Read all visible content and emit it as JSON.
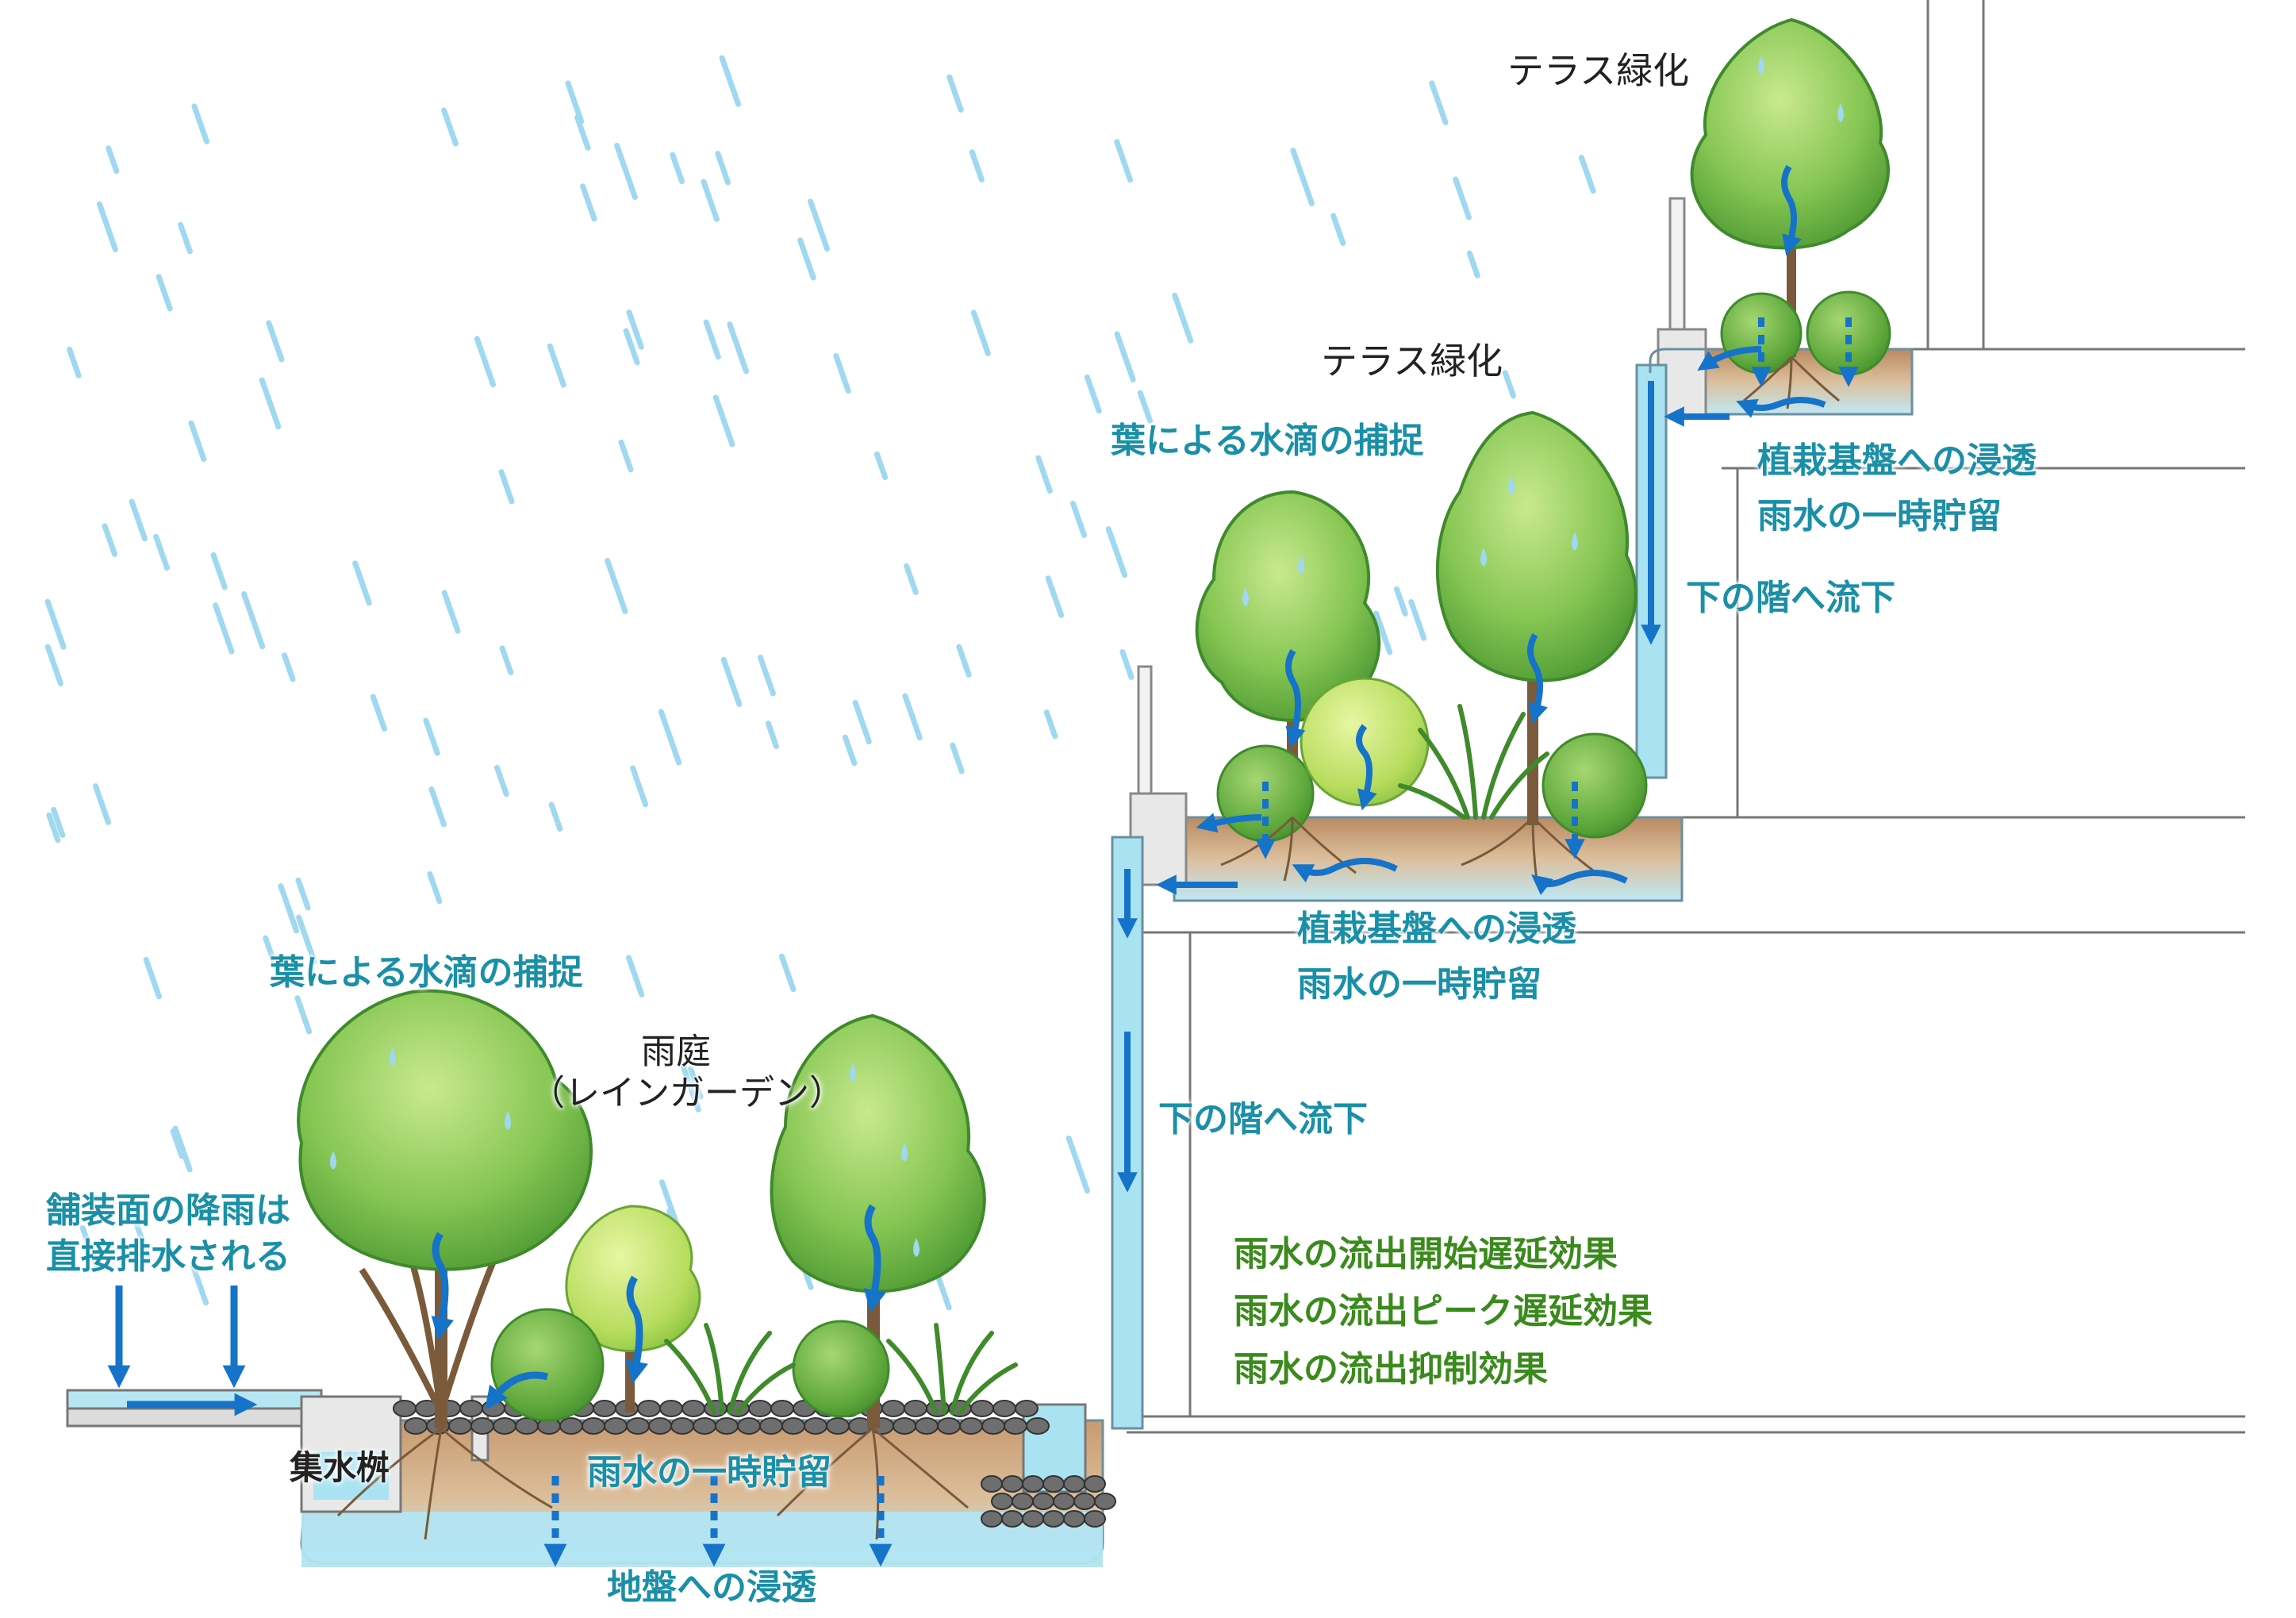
{
  "labels": {
    "terrace_top": "テラス緑化",
    "terrace_mid": "テラス緑化",
    "leaf_capture_mid": "葉による水滴の捕捉",
    "leaf_capture_low": "葉による水滴の捕捉",
    "infiltration_top": "植栽基盤への浸透",
    "storage_top": "雨水の一時貯留",
    "downflow_top": "下の階へ流下",
    "infiltration_mid": "植栽基盤への浸透",
    "storage_mid": "雨水の一時貯留",
    "downflow_mid": "下の階へ流下",
    "rain_garden_1": "雨庭",
    "rain_garden_2": "（レインガーデン）",
    "pavement_1": "舗装面の降雨は",
    "pavement_2": "直接排水される",
    "catch_basin": "集水桝",
    "storage_ground": "雨水の一時貯留",
    "ground_infiltration": "地盤への浸透",
    "effect_1": "雨水の流出開始遅延効果",
    "effect_2": "雨水の流出ピーク遅延効果",
    "effect_3": "雨水の流出抑制効果"
  },
  "colors": {
    "label_teal": "#1a8fa8",
    "label_green": "#3a8a1c",
    "water": "#a9e3f2",
    "arrow": "#1573c9",
    "rain": "#8fd2ee",
    "foliage": "#7fc24a",
    "soil": "#d9b088"
  }
}
